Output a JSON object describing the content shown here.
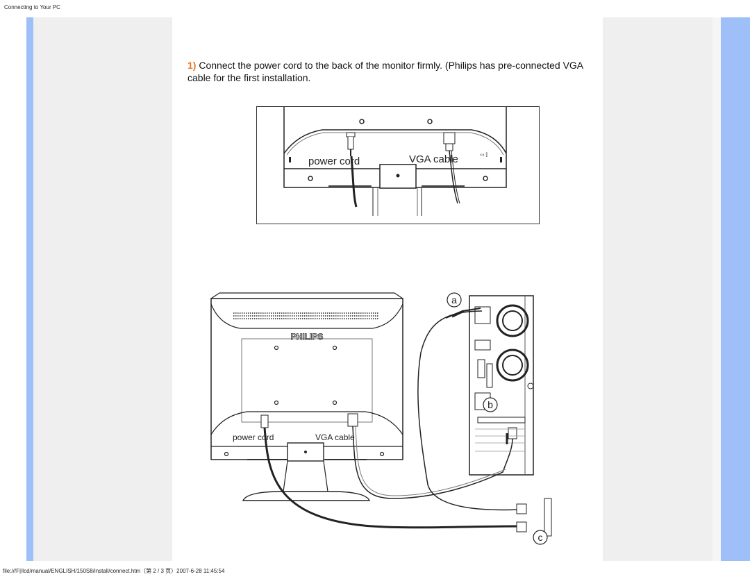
{
  "header": {
    "title": "Connecting to Your PC"
  },
  "step": {
    "number": "1)",
    "text": "Connect the power cord to the back of the monitor firmly. (Philips has pre-connected VGA cable for the first installation."
  },
  "figure1": {
    "power_label": "power cord",
    "vga_label": "VGA cable"
  },
  "figure2": {
    "brand": "PHILIPS",
    "power_label": "power cord",
    "vga_label": "VGA cable",
    "callout_a": "a",
    "callout_b": "b",
    "callout_c": "c"
  },
  "footer": {
    "path": "file:///F|/lcd/manual/ENGLISH/150S8/install/connect.htm（第 2 / 3 页）2007-6-28 11:45:54"
  }
}
